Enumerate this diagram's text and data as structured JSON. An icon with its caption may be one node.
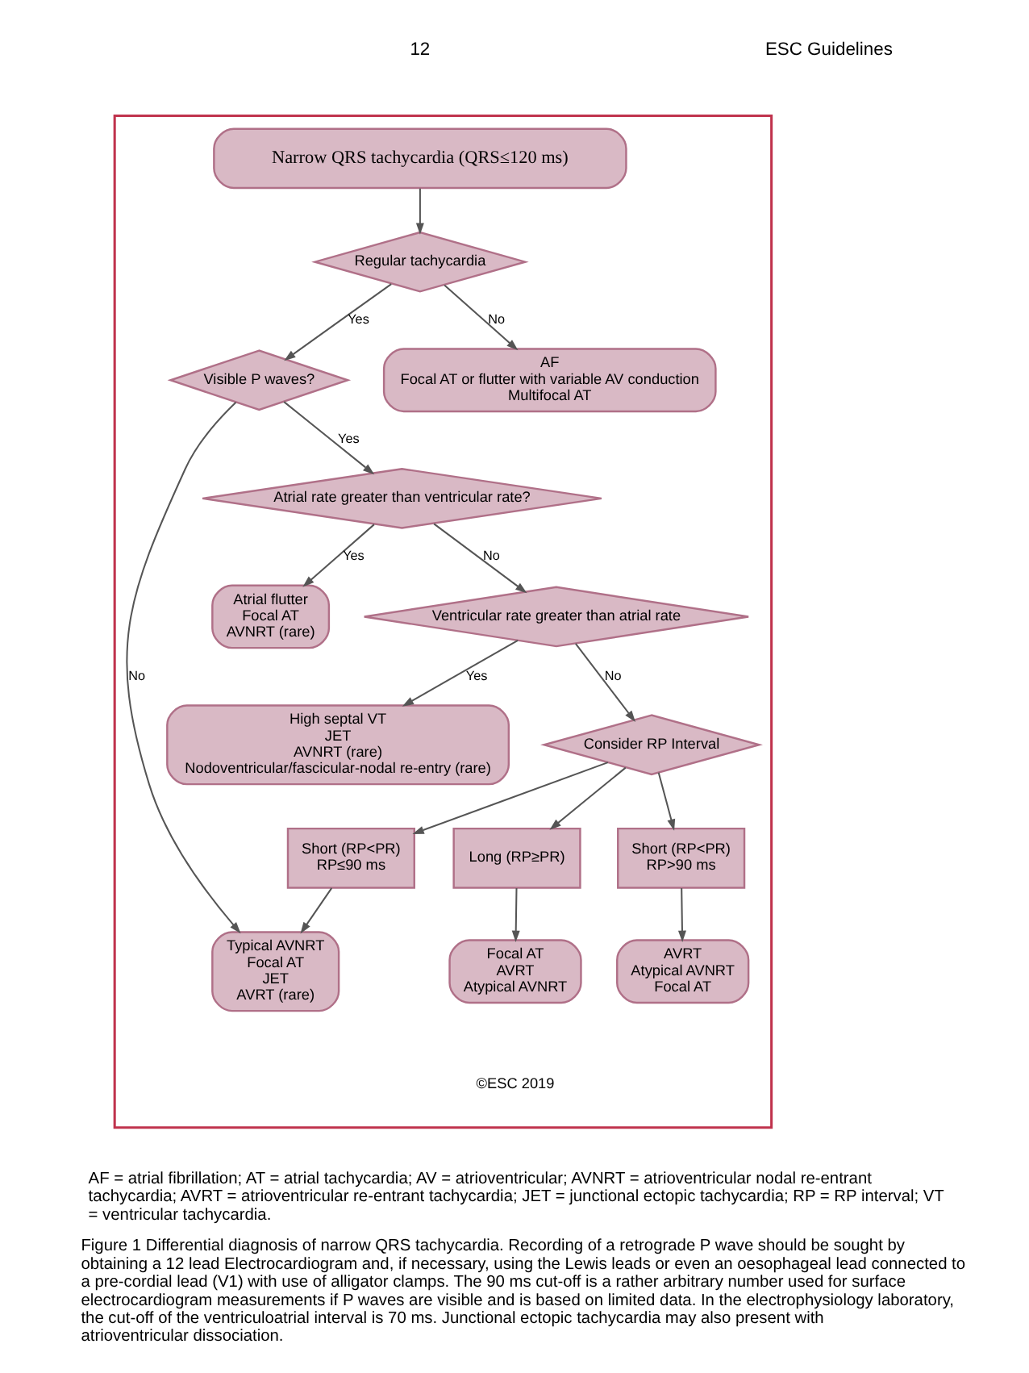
{
  "diagram": {
    "caption": "Figure 1 Differential diagnosis of narrow QRS tachycardia. Recording of a retrograde P wave should be sought by obtaining a 12 lead Electrocardiogram and, if necessary, using the Lewis leads or even an oesophageal lead connected to a pre-cordial lead (V1) with use of alligator clamps. The 90 ms cut-off is a rather arbitrary number used for surface electrocardiogram measurements if P waves are visible and is based on limited data. In the electrophysiology laboratory, the cut-off of the ventriculoatrial interval is 70 ms. Junctional ectopic tachycardia may also present with atrioventricular dissociation.",
    "nodes": [
      {
        "text": [],
        "shape": "box"
      },
      {
        "text": [
          "Narrow QRS tachycardia (QRS≤120 ms)"
        ],
        "in": 0
      },
      {
        "text": [
          "Regular tachycardia"
        ],
        "in": 0
      },
      {
        "text": [
          "Visible P waves?"
        ],
        "in": 0
      },
      {
        "text": [
          "AF",
          "Focal AT or flutter with variable AV conduction",
          "Multifocal AT"
        ],
        "in": 0
      },
      {
        "text": [
          "Atrial rate greater than ventricular rate?"
        ],
        "in": 0
      },
      {
        "text": [
          "Atrial flutter",
          "Focal AT",
          "AVNRT (rare)"
        ],
        "in": 0
      },
      {
        "text": [
          "Ventricular rate greater than atrial rate"
        ],
        "in": 0
      },
      {
        "text": [
          "High septal VT",
          "JET",
          "AVNRT (rare)",
          "Nodoventricular/fascicular-nodal re-entry (rare)"
        ],
        "in": 0
      },
      {
        "text": [
          "Consider RP Interval"
        ],
        "in": 0
      },
      {
        "text": [
          "Short (RP<PR)",
          "RP≤90 ms"
        ],
        "in": 0
      },
      {
        "text": [
          "Short (RP<PR)",
          "RP>90 ms"
        ],
        "in": 0
      },
      {
        "text": [
          "Long (RP≥PR)"
        ],
        "in": 0
      },
      {
        "text": [
          "Typical AVNRT",
          "Focal AT",
          "JET",
          "AVRT (rare)"
        ],
        "in": 0
      },
      {
        "text": [
          "AVRT",
          "Atypical AVNRT",
          "Focal AT"
        ],
        "in": 0
      },
      {
        "text": [
          "Focal AT",
          "AVRT",
          "Atypical AVNRT"
        ],
        "in": 0
      }
    ],
    "edges": [
      {
        "from": 1,
        "to": 2,
        "arrow": "to"
      },
      {
        "from": 2,
        "to": 3,
        "arrow": "to",
        "label": "Yes"
      },
      {
        "from": 2,
        "to": 4,
        "arrow": "to",
        "label": "No"
      },
      {
        "from": 3,
        "to": 13,
        "arrow": "to",
        "label": "No"
      },
      {
        "from": 3,
        "to": 5,
        "arrow": "to",
        "label": "Yes"
      },
      {
        "from": 5,
        "to": 6,
        "arrow": "to",
        "label": "Yes"
      },
      {
        "from": 5,
        "to": 7,
        "arrow": "to",
        "label": "No"
      },
      {
        "from": 7,
        "to": 8,
        "arrow": "to",
        "label": "Yes"
      },
      {
        "from": 7,
        "to": 9,
        "arrow": "to",
        "label": "No"
      },
      {
        "from": 9,
        "to": 10,
        "arrow": "to"
      },
      {
        "from": 9,
        "to": 11,
        "arrow": "to"
      },
      {
        "from": 9,
        "to": 12,
        "arrow": "to"
      },
      {
        "from": 10,
        "to": 13,
        "arrow": "to"
      },
      {
        "from": 11,
        "to": 14,
        "arrow": "to"
      },
      {
        "from": 12,
        "to": 15,
        "arrow": "to"
      }
    ],
    "labels": [
      "12",
      "ESC Guidelines",
      "©ESC 2019",
      "AF = atrial fibrillation; AT = atrial tachycardia; AV = atrioventricular; AVNRT = atrioventricular nodal re-entrant tachycardia; AVRT = atrioventricular re-entrant tachycardia; JET = junctional ectopic tachycardia; RP = RP interval; VT = ventricular tachycardia."
    ]
  }
}
